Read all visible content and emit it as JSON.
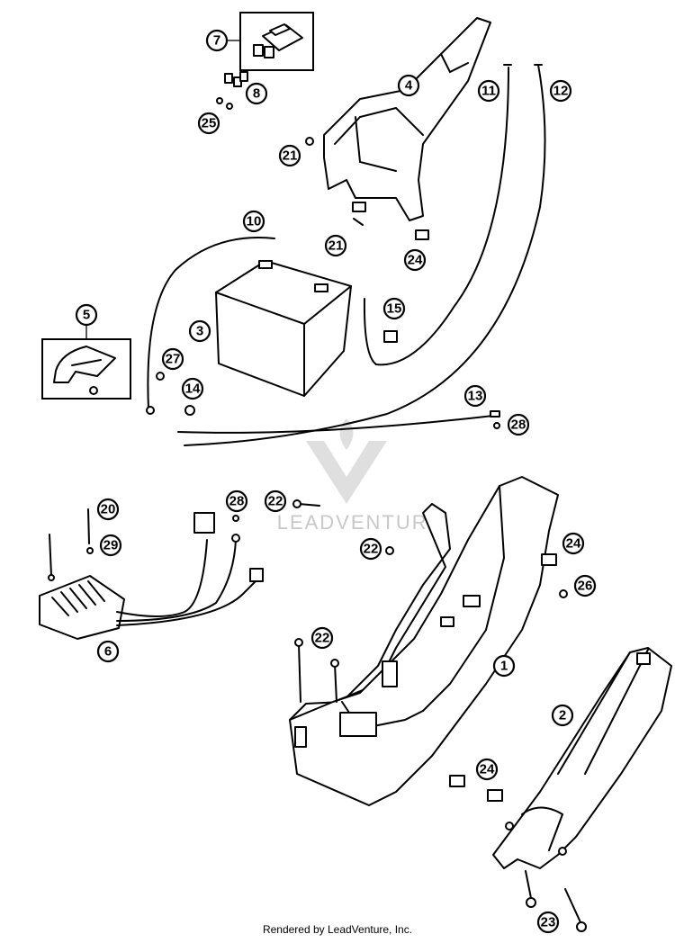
{
  "diagram": {
    "callouts": [
      "1",
      "2",
      "3",
      "4",
      "5",
      "6",
      "7",
      "8",
      "10",
      "11",
      "12",
      "13",
      "14",
      "15",
      "20",
      "21",
      "21",
      "22",
      "22",
      "22",
      "23",
      "24",
      "24",
      "24",
      "25",
      "26",
      "27",
      "28",
      "28",
      "29"
    ]
  },
  "watermark": {
    "text": "LEADVENTURE"
  },
  "footer": {
    "text": "Rendered by LeadVenture, Inc."
  }
}
